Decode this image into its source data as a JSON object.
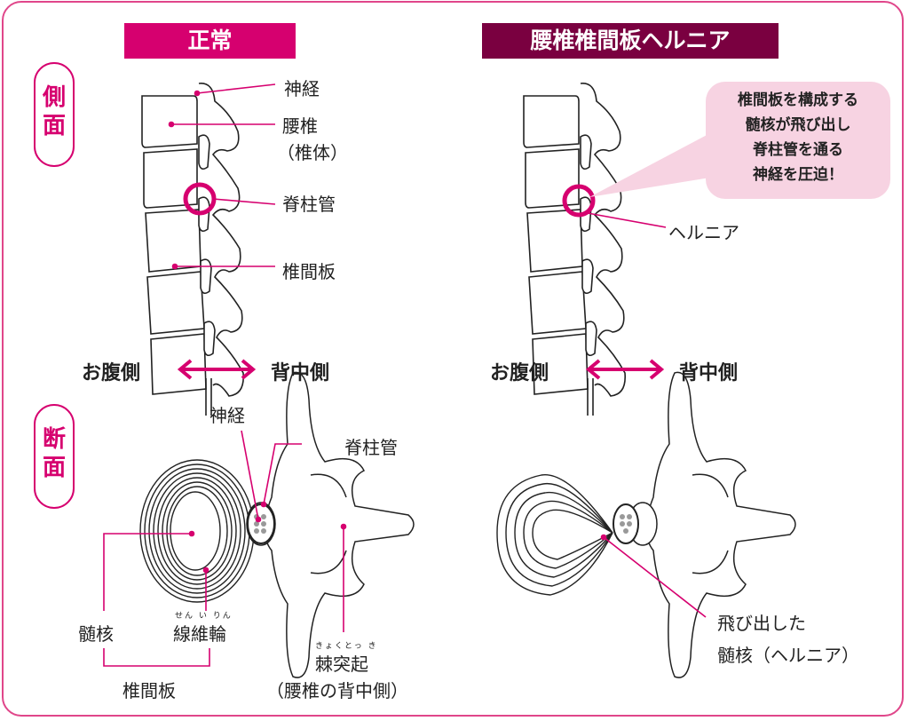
{
  "headers": {
    "normal": "正常",
    "hernia": "腰椎椎間板ヘルニア"
  },
  "side_labels": {
    "lateral": "側面",
    "section": "断面"
  },
  "lateral_normal": {
    "nerve": "神経",
    "lumbar": "腰椎",
    "vertebral_body": "（椎体）",
    "spinal_canal": "脊柱管",
    "disc": "椎間板"
  },
  "lateral_hernia": {
    "hernia": "ヘルニア",
    "bubble_lines": [
      "椎間板を構成する",
      "髄核が飛び出し",
      "脊柱管を通る",
      "神経を圧迫！"
    ]
  },
  "direction": {
    "front": "お腹側",
    "back": "背中側"
  },
  "section_normal": {
    "nerve": "神経",
    "spinal_canal": "脊柱管",
    "nucleus": "髄核",
    "annulus": "線維輪",
    "annulus_ruby": "せん い りん",
    "disc": "椎間板",
    "spinous": "棘突起",
    "spinous_ruby": "きょくとっ き",
    "spinous_note": "（腰椎の背中側）"
  },
  "section_hernia": {
    "line1": "飛び出した",
    "line2": "髄核（ヘルニア）"
  },
  "colors": {
    "accent": "#d6006f",
    "dark": "#7a0040",
    "bubble": "#f7d3e2",
    "frame": "#e0468a"
  }
}
